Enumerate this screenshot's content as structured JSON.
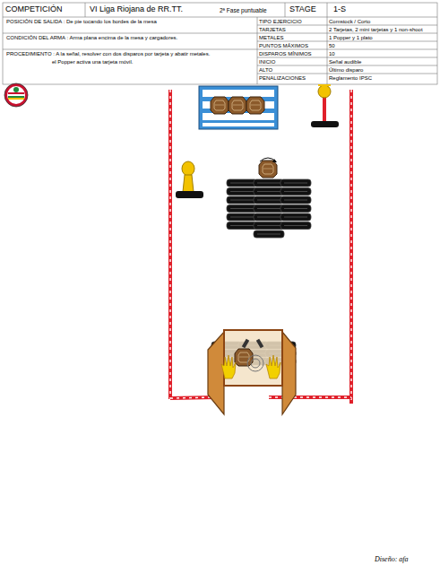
{
  "diagram": {
    "labels": [
      "COMPETICIÓN",
      "VI Liga Riojana de RR.TT.",
      "2ª Fase puntuable",
      "STAGE",
      "1-S",
      "POSICIÓN DE SALIDA : De pie tocando los bordes de la mesa",
      "TIPO EJERCICIO",
      "Comstock / Corto",
      "TARJETAS",
      "2 Tarjetas, 2 mini tarjetas y 1 non-shoot",
      "CONDICIÓN DEL ARMA : Arma plana encima de la mesa y cargadores.",
      "METALES",
      "1 Popper y 1 plato",
      "PUNTOS MÁXIMOS",
      "50",
      "PROCEDIMIENTO : A la señal, resolver con dos disparos por tarjeta y abatir metales.",
      "el Popper activa una tarjeta móvil.",
      "DISPAROS MÍNIMOS",
      "10",
      "INICIO",
      "Señal audible",
      "ALTO",
      "Último disparo",
      "PENALIZACIONES",
      "Reglamento IPSC",
      "Diseño: afa"
    ]
  }
}
